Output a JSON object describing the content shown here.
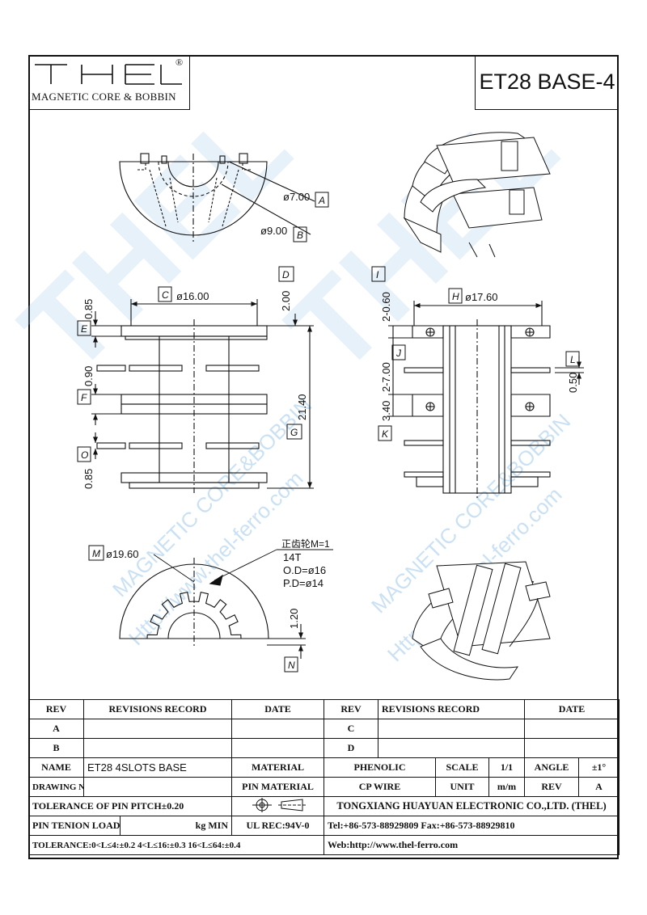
{
  "logo": {
    "wordmark": "THEL",
    "reg_mark": "®",
    "subtitle": "MAGNETIC CORE & BOBBIN"
  },
  "drawing_title": "ET28 BASE-4",
  "watermark": {
    "brand": "THEL",
    "line1": "MAGNETIC CORE&BOBBIN",
    "line2": "Http://www.thel-ferro.com"
  },
  "dimensions": {
    "top_view": {
      "dia_a": "ø7.00",
      "tag_a": "A",
      "dia_b": "ø9.00",
      "tag_b": "B"
    },
    "front_view": {
      "tag_c": "C",
      "width_c": "ø16.00",
      "tag_d": "D",
      "val_d": "2.00",
      "val_e": "0.85",
      "tag_e": "E",
      "val_f": "0.90",
      "tag_f": "F",
      "tag_g": "G",
      "val_g": "21.40",
      "tag_o": "O",
      "val_o": "0.85"
    },
    "side_view": {
      "tag_h": "H",
      "width_h": "ø17.60",
      "tag_i": "I",
      "val_i": "2-0.60",
      "tag_j": "J",
      "val_j": "2-7.00",
      "tag_k": "K",
      "val_k": "3.40",
      "tag_l": "L",
      "val_l": "0.50"
    },
    "gear_view": {
      "tag_m": "M",
      "dia_m": "ø19.60",
      "gear_note_1": "正齿轮M=1",
      "gear_note_2": "14T",
      "gear_note_3": "O.D=ø16",
      "gear_note_4": "P.D=ø14",
      "tag_n": "N",
      "val_n": "1.20"
    }
  },
  "title_block": {
    "rev_header": "REV",
    "rev_record_header": "REVISIONS RECORD",
    "date_header": "DATE",
    "rev_a": "A",
    "rev_b": "B",
    "rev_c": "C",
    "rev_d": "D",
    "name_label": "NAME",
    "name_value": "ET28 4SLOTS BASE",
    "material_label": "MATERIAL",
    "material_value": "PHENOLIC",
    "scale_label": "SCALE",
    "scale_value": "1/1",
    "angle_label": "ANGLE",
    "angle_value": "±1°",
    "drawing_no_label": "DRAWING NO",
    "pin_material_label": "PIN MATERIAL",
    "pin_material_value": "CP WIRE",
    "unit_label": "UNIT",
    "unit_value": "m/m",
    "rev_label": "REV",
    "rev_value": "A",
    "pin_pitch_tol": "TOLERANCE OF PIN PITCH±0.20",
    "company": "TONGXIANG HUAYUAN ELECTRONIC CO.,LTD. (THEL)",
    "pin_load_label": "PIN TENION LOAD",
    "pin_load_unit": "kg MIN",
    "ul_rec": "UL REC:94V-0",
    "phone": "Tel:+86-573-88929809 Fax:+86-573-88929810",
    "tolerance": "TOLERANCE:0<L≤4:±0.2  4<L≤16:±0.3  16<L≤64:±0.4",
    "web": "Web:http://www.thel-ferro.com"
  }
}
